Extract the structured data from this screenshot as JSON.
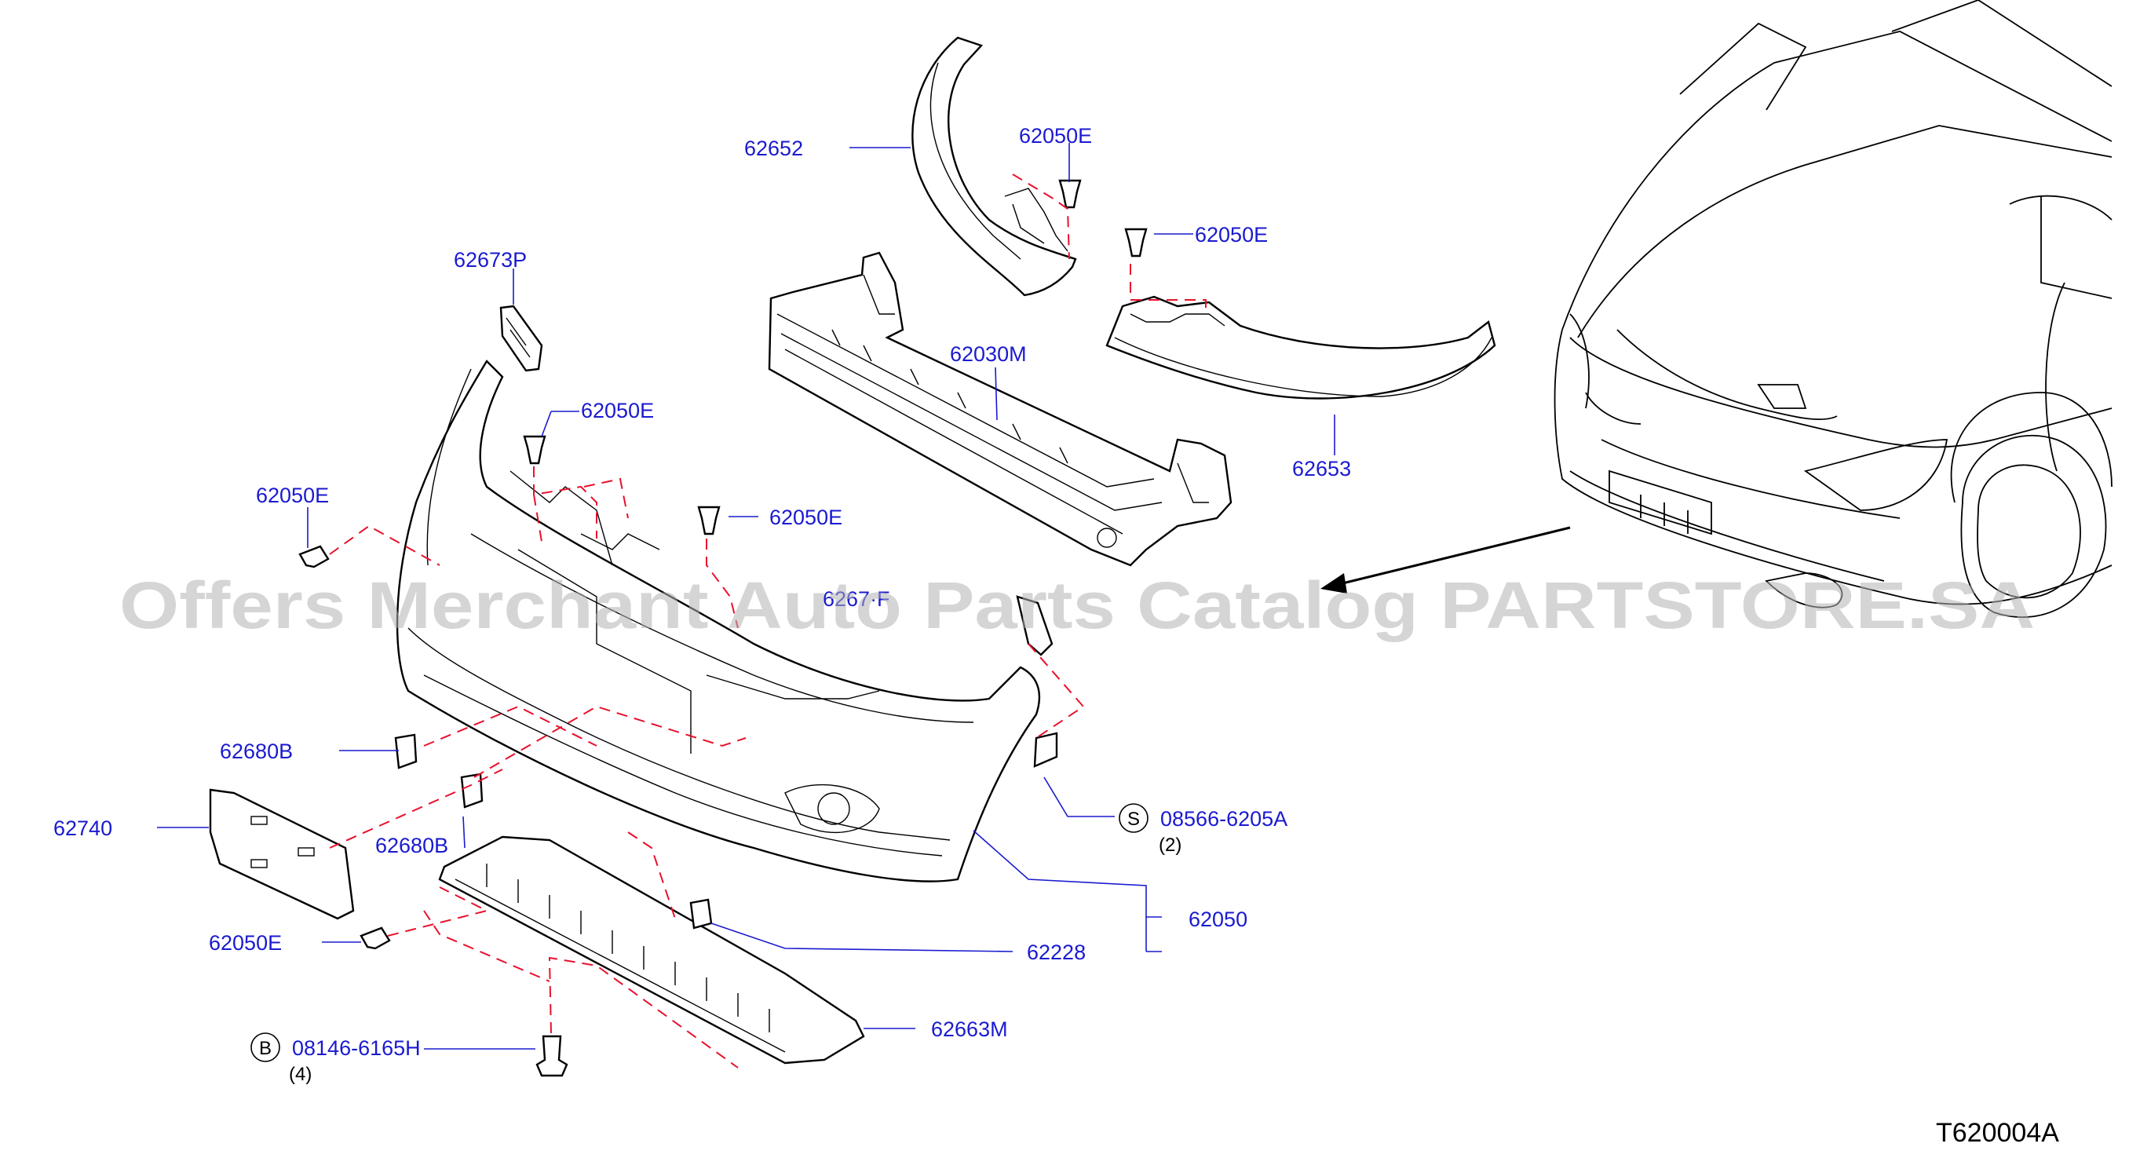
{
  "diagram": {
    "reference_code": "T620004A",
    "watermark": "Offers Merchant Auto Parts Catalog PARTSTORE.SA",
    "part_labels": [
      "62652",
      "62050E",
      "62673P",
      "62050E",
      "62030M",
      "62050E",
      "62050E",
      "62653",
      "62050E",
      "6267·F",
      "62680B",
      "62740",
      "62680B",
      "62050",
      "62228",
      "62050E",
      "62663M"
    ],
    "fasteners": [
      {
        "symbol": "S",
        "code": "08566-6205A",
        "qty": "(2)"
      },
      {
        "symbol": "B",
        "code": "08146-6165H",
        "qty": "(4)"
      }
    ]
  }
}
